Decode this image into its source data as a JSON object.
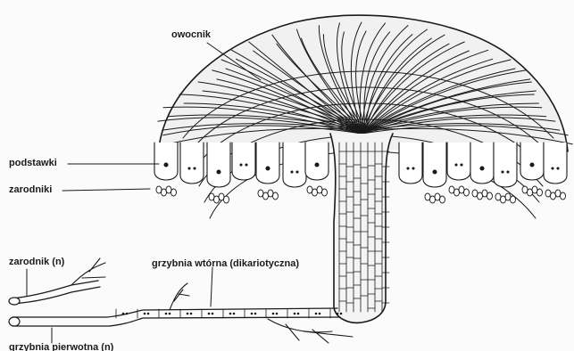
{
  "labels": {
    "fruiting_body": "owocnik",
    "basidia": "podstawki",
    "spores": "zarodniki",
    "spore_n": "zarodnik (n)",
    "secondary_mycelium": "grzybnia wtórna (dikariotyczna)",
    "primary_mycelium": "grzybnia pierwotna (n)"
  },
  "colors": {
    "ink": "#1a1a1a",
    "paper": "#fbfbfb",
    "cap_fill": "#f1f1f1"
  }
}
